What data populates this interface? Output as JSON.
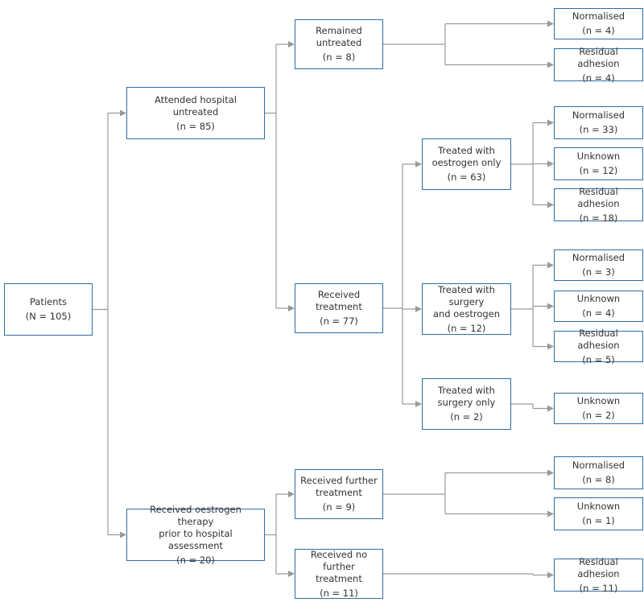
{
  "colors": {
    "box_border": "#2e6da4",
    "connector": "#9a9a9a",
    "text": "#333333"
  },
  "nodes": {
    "patients": {
      "label": "Patients",
      "count": "(N = 105)"
    },
    "attended": {
      "label": "Attended hospital\nuntreated",
      "count": "(n = 85)"
    },
    "prior": {
      "label": "Received oestrogen therapy\nprior to hospital assessment",
      "count": "(n = 20)"
    },
    "remained": {
      "label": "Remained untreated",
      "count": "(n = 8)"
    },
    "received_treatment": {
      "label": "Received treatment",
      "count": "(n = 77)"
    },
    "norm_a": {
      "label": "Normalised",
      "count": "(n = 4)"
    },
    "resid_a": {
      "label": "Residual adhesion",
      "count": "(n = 4)"
    },
    "oest_only": {
      "label": "Treated with\noestrogen only",
      "count": "(n = 63)"
    },
    "surg_oest": {
      "label": "Treated with surgery\nand oestrogen",
      "count": "(n = 12)"
    },
    "surg_only": {
      "label": "Treated with\nsurgery only",
      "count": "(n = 2)"
    },
    "norm_b": {
      "label": "Normalised",
      "count": "(n = 33)"
    },
    "unk_b": {
      "label": "Unknown",
      "count": "(n = 12)"
    },
    "resid_b": {
      "label": "Residual adhesion",
      "count": "(n = 18)"
    },
    "norm_c": {
      "label": "Normalised",
      "count": "(n = 3)"
    },
    "unk_c": {
      "label": "Unknown",
      "count": "(n = 4)"
    },
    "resid_c": {
      "label": "Residual adhesion",
      "count": "(n = 5)"
    },
    "unk_d": {
      "label": "Unknown",
      "count": "(n = 2)"
    },
    "further": {
      "label": "Received further\ntreatment",
      "count": "(n = 9)"
    },
    "no_further": {
      "label": "Received no further\ntreatment",
      "count": "(n = 11)"
    },
    "norm_e": {
      "label": "Normalised",
      "count": "(n = 8)"
    },
    "unk_e": {
      "label": "Unknown",
      "count": "(n = 1)"
    },
    "resid_f": {
      "label": "Residual adhesion",
      "count": "(n = 11)"
    }
  }
}
